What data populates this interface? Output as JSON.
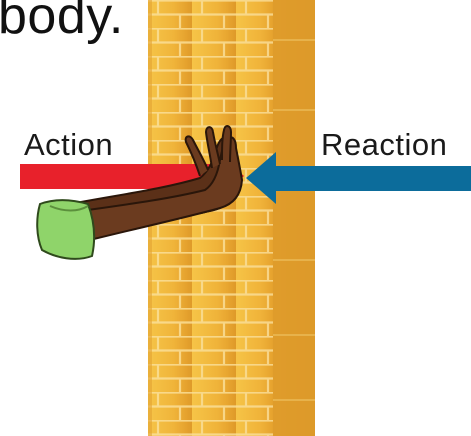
{
  "heading": {
    "fragment": "body."
  },
  "labels": {
    "action": "Action",
    "reaction": "Reaction"
  },
  "colors": {
    "action_arrow": "#e8212b",
    "reaction_arrow": "#0c6c9b",
    "wall_light": "#f5c34a",
    "wall_dark": "#d89524",
    "mortar": "#f7d982",
    "arm_skin": "#6b3b1f",
    "sleeve": "#8fd46a"
  },
  "icons": {
    "wall": "brick-wall-icon",
    "arm": "pushing-arm-icon"
  }
}
